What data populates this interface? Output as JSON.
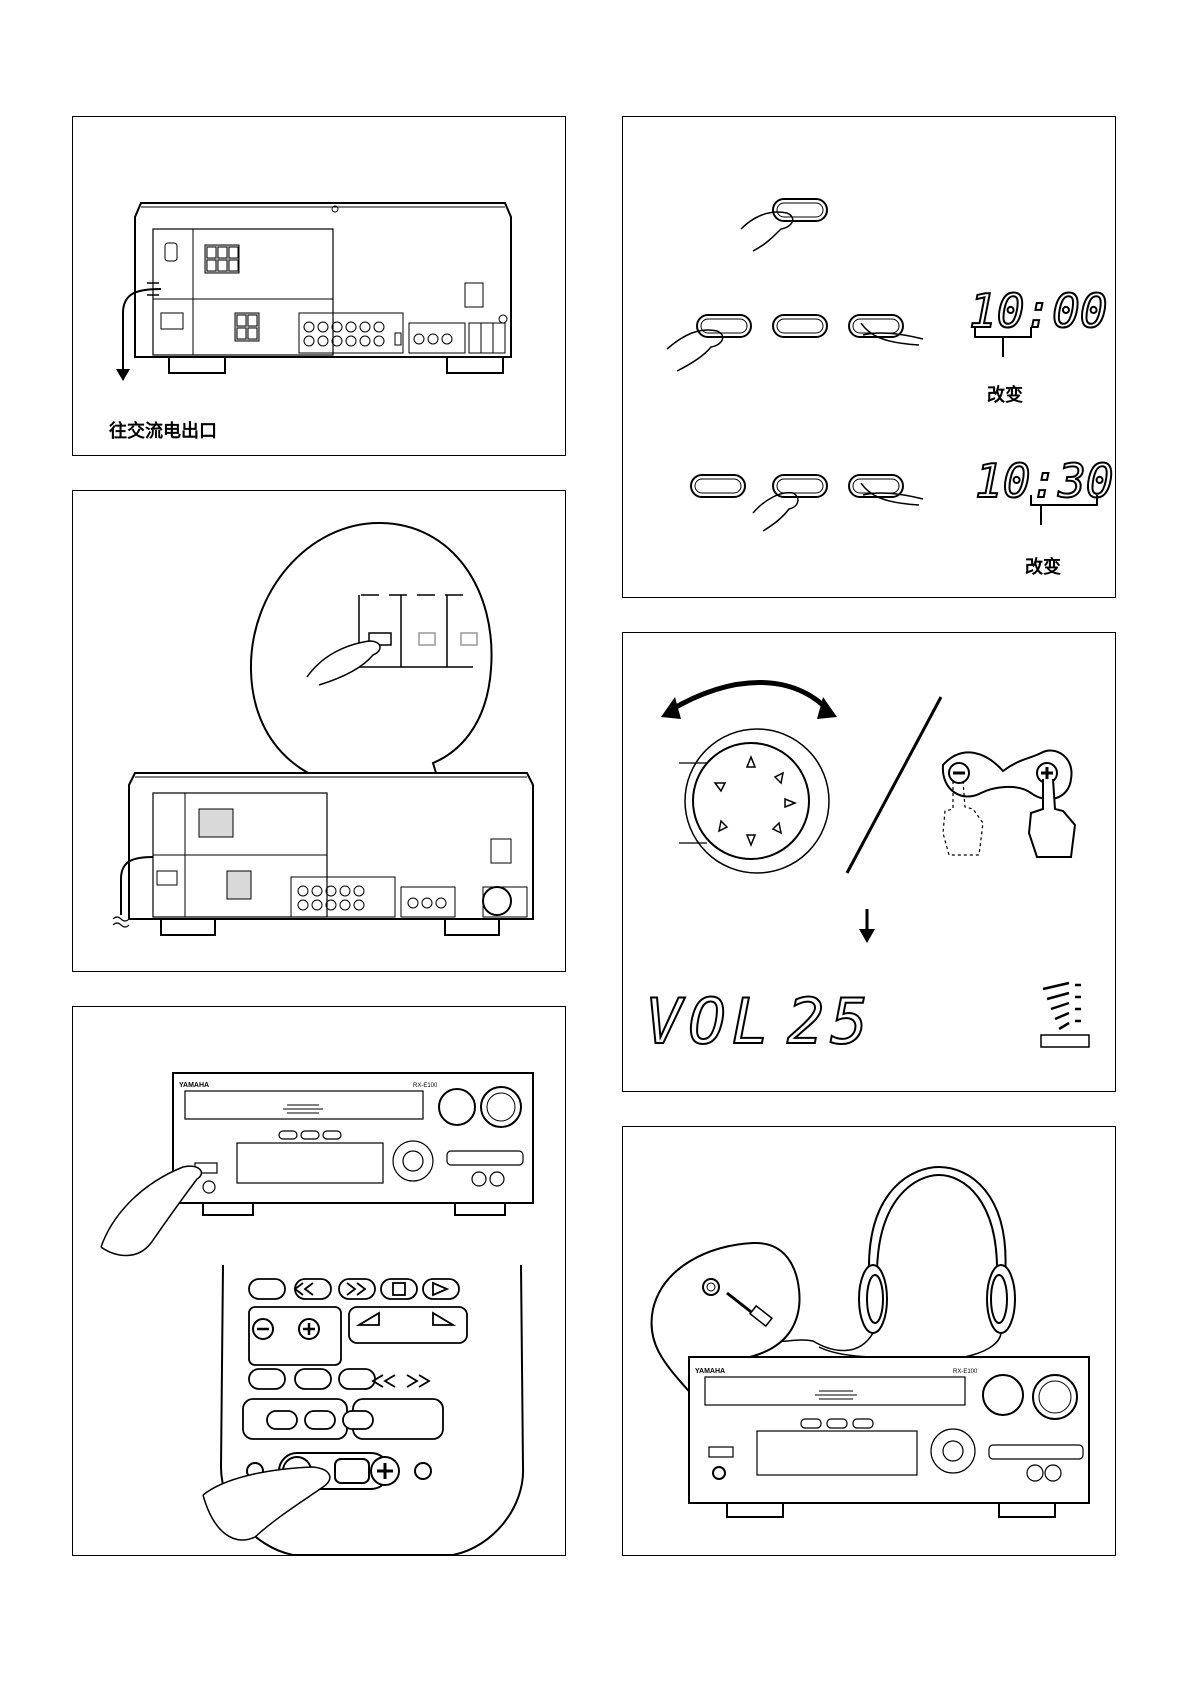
{
  "panels": {
    "power_plug": {
      "caption": "往交流电出口"
    },
    "clock_setting": {
      "display_hours": "10:00",
      "display_minutes": "10:30",
      "change_label_1": "改变",
      "change_label_2": "改变"
    },
    "volume": {
      "display_label": "VOL",
      "display_value": "25"
    }
  },
  "device": {
    "brand": "YAMAHA",
    "model_badge": "RX-E100"
  },
  "colors": {
    "line": "#000000",
    "background": "#ffffff",
    "shade": "#d9d9d9"
  }
}
